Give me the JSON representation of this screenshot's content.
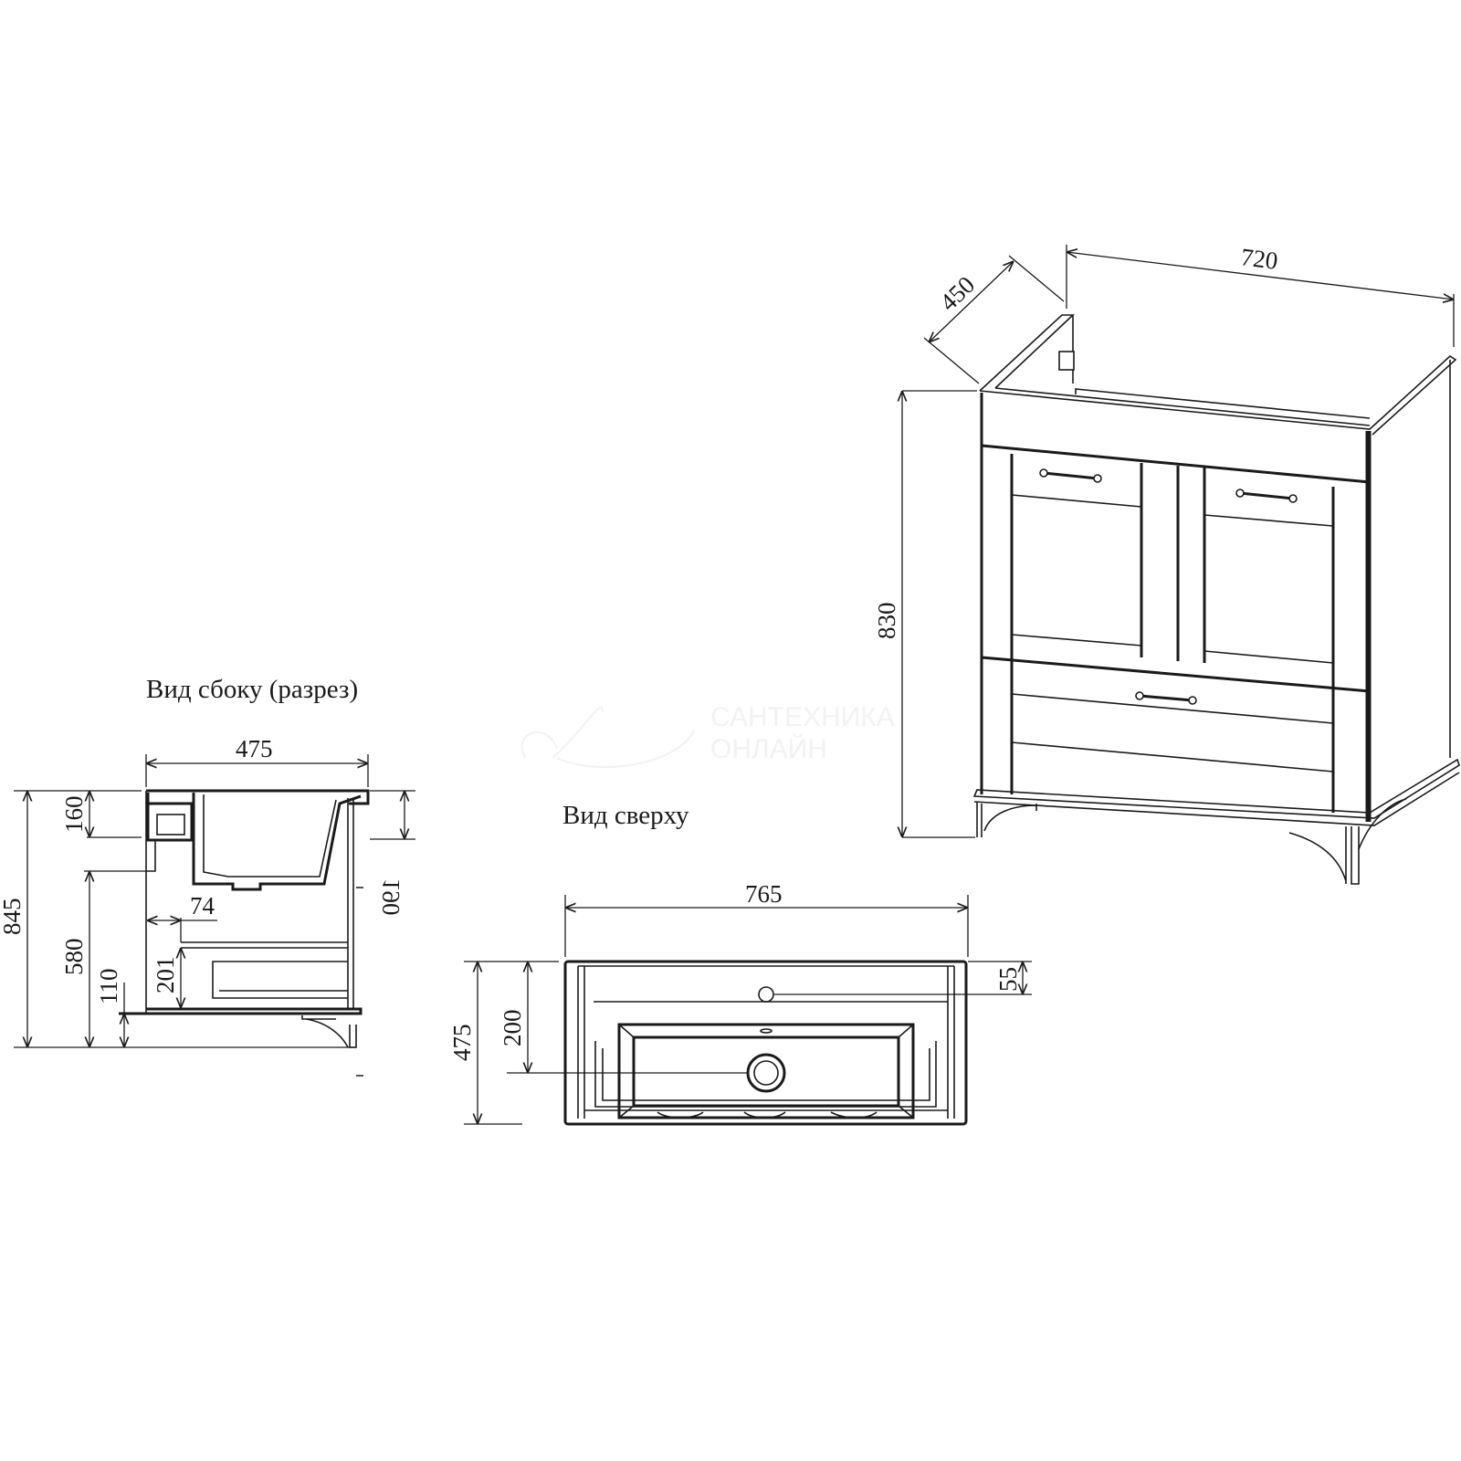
{
  "side_view": {
    "title": "Вид сбоку (разрез)",
    "dims": {
      "depth": "475",
      "total_height": "845",
      "sink_height": "160",
      "to_siphon": "580",
      "leg_height": "110",
      "sink_overall": "190",
      "drawer_offset": "74",
      "drawer_height": "201"
    }
  },
  "top_view": {
    "title": "Вид сверху",
    "dims": {
      "width": "765",
      "depth": "475",
      "drain_offset": "200",
      "tap_hole_offset": "55"
    }
  },
  "iso_view": {
    "dims": {
      "width": "720",
      "depth": "450",
      "height": "830"
    }
  },
  "watermark": {
    "line1": "САНТЕХНИКА",
    "line2": "ОНЛАЙН"
  }
}
